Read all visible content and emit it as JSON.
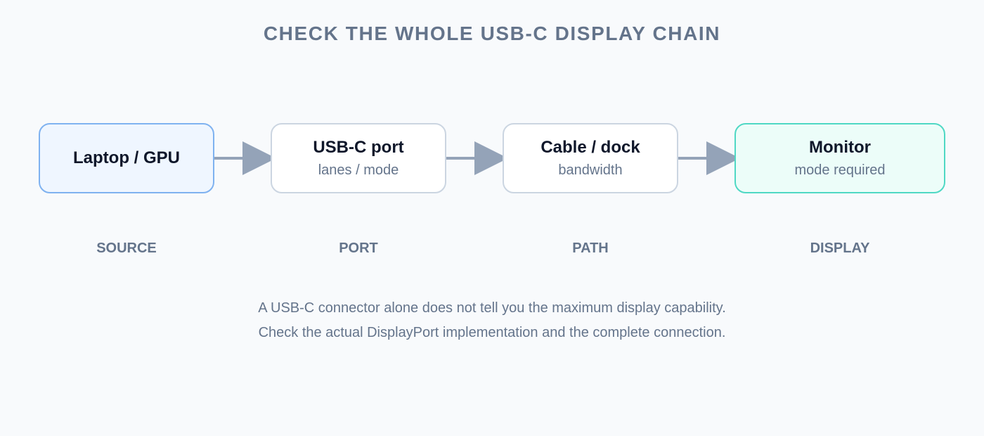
{
  "title": "CHECK THE WHOLE USB-C DISPLAY CHAIN",
  "nodes": [
    {
      "title": "Laptop / GPU",
      "subtitle": ""
    },
    {
      "title": "USB-C port",
      "subtitle": "lanes / mode"
    },
    {
      "title": "Cable / dock",
      "subtitle": "bandwidth"
    },
    {
      "title": "Monitor",
      "subtitle": "mode required"
    }
  ],
  "stages": [
    "SOURCE",
    "PORT",
    "PATH",
    "DISPLAY"
  ],
  "notes": [
    "A USB-C connector alone does not tell you the maximum display capability.",
    "Check the actual DisplayPort implementation and the complete connection."
  ],
  "colors": {
    "background": "#f8fafc",
    "arrow": "#94a3b8",
    "source_fill": "#eff6ff",
    "source_border": "#7fb2f0",
    "display_fill": "#ecfdf9",
    "display_border": "#4fd8c4"
  }
}
